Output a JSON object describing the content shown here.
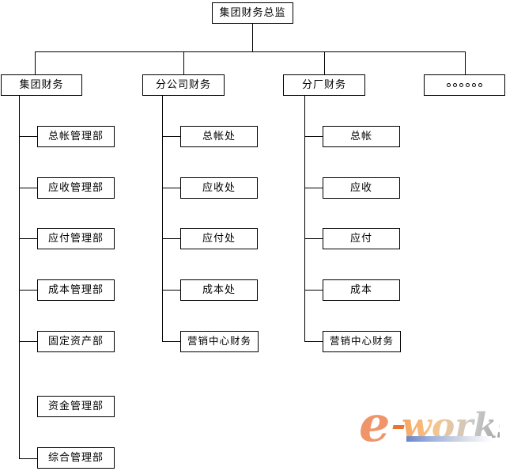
{
  "diagram": {
    "type": "organization-chart",
    "title_node": {
      "label": "集团财务总监"
    },
    "level2": [
      {
        "label": "集团财务"
      },
      {
        "label": "分公司财务"
      },
      {
        "label": "分厂财务"
      },
      {
        "label": "。。。。。。",
        "is_ellipsis": true,
        "dot_count": 6
      }
    ],
    "columns": [
      {
        "parent": "集团财务",
        "children": [
          {
            "label": "总帐管理部"
          },
          {
            "label": "应收管理部"
          },
          {
            "label": "应付管理部"
          },
          {
            "label": "成本管理部"
          },
          {
            "label": "固定资产部"
          },
          {
            "label": "资金管理部"
          },
          {
            "label": "综合管理部"
          }
        ]
      },
      {
        "parent": "分公司财务",
        "children": [
          {
            "label": "总帐处"
          },
          {
            "label": "应收处"
          },
          {
            "label": "应付处"
          },
          {
            "label": "成本处"
          },
          {
            "label": "营销中心财务"
          }
        ]
      },
      {
        "parent": "分厂财务",
        "children": [
          {
            "label": "总帐"
          },
          {
            "label": "应收"
          },
          {
            "label": "应付"
          },
          {
            "label": "成本"
          },
          {
            "label": "营销中心财务"
          }
        ]
      }
    ]
  },
  "watermark": {
    "letter_e": "e",
    "word": "works",
    "accent_orange": "#F0956A",
    "accent_blue": "#6E86C8"
  }
}
